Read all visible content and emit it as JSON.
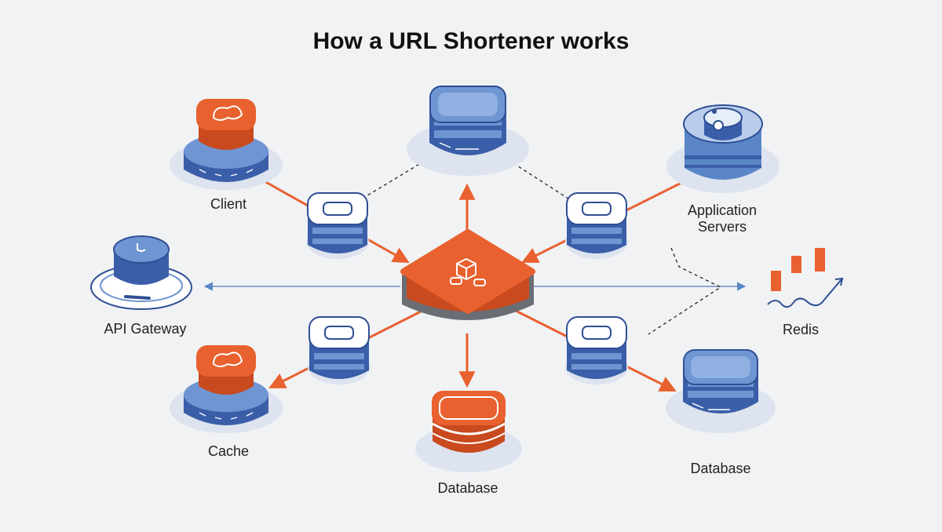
{
  "title": "How a URL Shortener works",
  "labels": {
    "client": "Client",
    "app_servers_1": "Application",
    "app_servers_2": "Servers",
    "api_gateway": "API Gateway",
    "redis": "Redis",
    "cache": "Cache",
    "database_center": "Database",
    "database_right": "Database"
  },
  "colors": {
    "background": "#f1f2f4",
    "blue": "#5a86c8",
    "blue_dark": "#3a5ea8",
    "orange": "#e8612f",
    "orange_dark": "#c84a1e",
    "halo": "#dde3ef"
  }
}
